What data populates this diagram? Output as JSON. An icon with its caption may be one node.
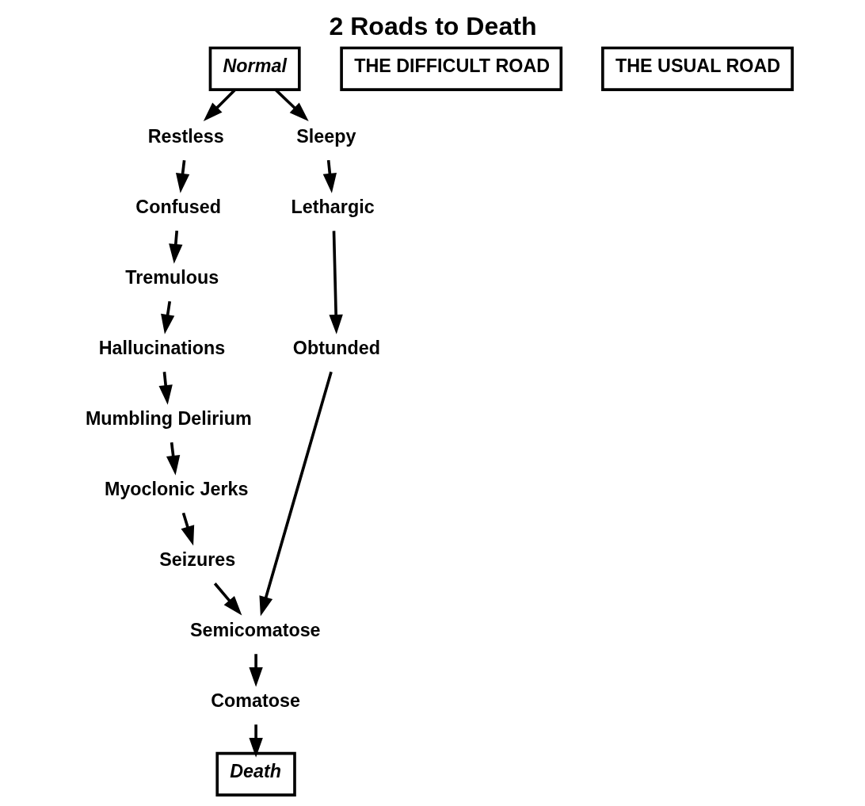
{
  "diagram": {
    "title": "2 Roads to Death",
    "nodes": [
      {
        "text": [
          "Normal"
        ]
      },
      {
        "text": [
          "Restless"
        ]
      },
      {
        "text": [
          "Confused"
        ]
      },
      {
        "text": [
          "Tremulous"
        ]
      },
      {
        "text": [
          "THE DIFFICULT ROAD"
        ]
      },
      {
        "text": [
          "Hallucinations"
        ]
      },
      {
        "text": [
          "Mumbling Delirium"
        ]
      },
      {
        "text": [
          "Sleepy"
        ]
      },
      {
        "text": [
          "Myoclonic Jerks"
        ]
      },
      {
        "text": [
          "Lethargic"
        ]
      },
      {
        "text": [
          "THE USUAL ROAD"
        ]
      },
      {
        "text": [
          "Obtunded"
        ]
      },
      {
        "text": [
          "Seizures"
        ]
      },
      {
        "text": [
          "Semicomatose"
        ]
      },
      {
        "text": [
          "Comatose"
        ]
      },
      {
        "text": [
          "Death"
        ]
      }
    ],
    "edges": [
      {
        "from": 0,
        "to": 1,
        "arrow": "to"
      },
      {
        "from": 1,
        "to": 2,
        "arrow": "to"
      },
      {
        "from": 2,
        "to": 3,
        "arrow": "to"
      },
      {
        "from": 3,
        "to": 5,
        "arrow": "to"
      },
      {
        "from": 5,
        "to": 6,
        "arrow": "to"
      },
      {
        "from": 6,
        "to": 8,
        "arrow": "to"
      },
      {
        "from": 8,
        "to": 12,
        "arrow": "to"
      },
      {
        "from": 12,
        "to": 13,
        "arrow": "to"
      },
      {
        "from": 0,
        "to": 7,
        "arrow": "to"
      },
      {
        "from": 7,
        "to": 9,
        "arrow": "to"
      },
      {
        "from": 9,
        "to": 11,
        "arrow": "to"
      },
      {
        "from": 11,
        "to": 13,
        "arrow": "to"
      },
      {
        "from": 13,
        "to": 14,
        "arrow": "to"
      },
      {
        "from": 14,
        "to": 15,
        "arrow": "to"
      }
    ]
  }
}
